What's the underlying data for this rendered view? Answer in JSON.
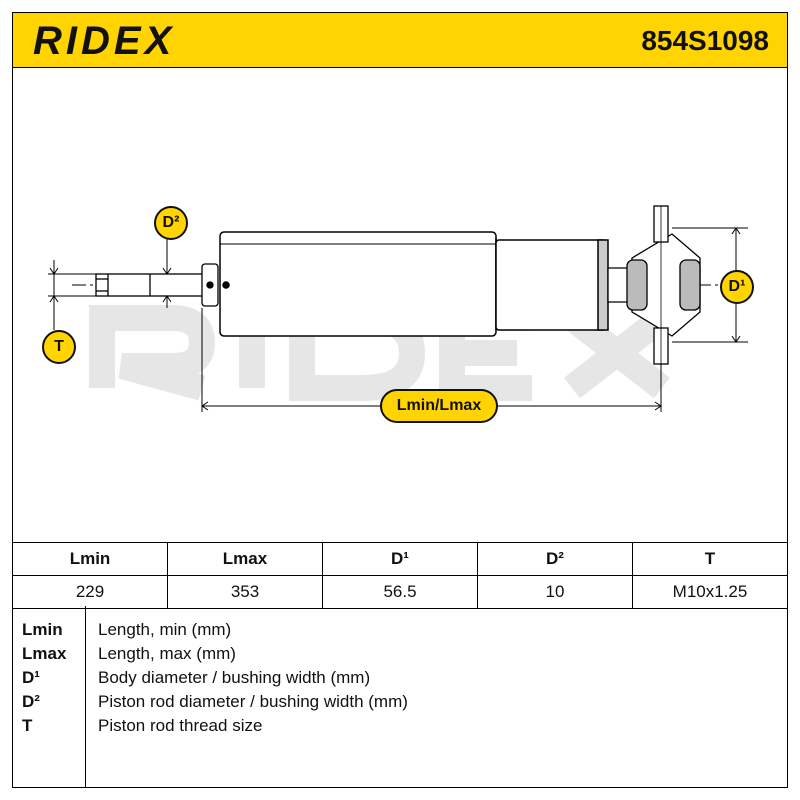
{
  "header": {
    "brand": "RIDEX",
    "part_number": "854S1098",
    "brand_color": "#FFD400"
  },
  "drawing": {
    "watermark_logo": "RIDEX",
    "labels": {
      "d2": "D²",
      "d1": "D¹",
      "t": "T",
      "lminmax": "Lmin/Lmax"
    }
  },
  "spec_table": {
    "headers": [
      "Lmin",
      "Lmax",
      "D¹",
      "D²",
      "T"
    ],
    "values": [
      "229",
      "353",
      "56.5",
      "10",
      "M10x1.25"
    ]
  },
  "legend": [
    {
      "key": "Lmin",
      "desc": "Length, min (mm)"
    },
    {
      "key": "Lmax",
      "desc": "Length, max (mm)"
    },
    {
      "key": "D¹",
      "desc": "Body diameter / bushing width (mm)"
    },
    {
      "key": "D²",
      "desc": "Piston rod diameter / bushing width (mm)"
    },
    {
      "key": "T",
      "desc": "Piston rod thread size"
    }
  ]
}
